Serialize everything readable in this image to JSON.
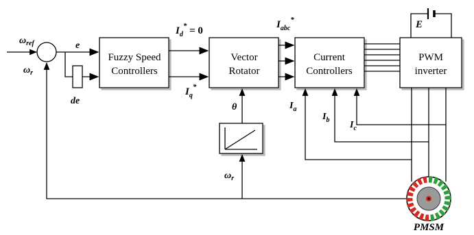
{
  "blocks": {
    "fuzzy": {
      "line1": "Fuzzy Speed",
      "line2": "Controllers"
    },
    "vector": {
      "line1": "Vector",
      "line2": "Rotator"
    },
    "current": {
      "line1": "Current",
      "line2": "Controllers"
    },
    "pwm": {
      "line1": "PWM",
      "line2": "inverter"
    }
  },
  "signals": {
    "omega_ref": {
      "base": "ω",
      "sub": "ref"
    },
    "omega_r_sum": {
      "base": "ω",
      "sub": "r"
    },
    "omega_r_feedback": {
      "base": "ω",
      "sub": "r"
    },
    "error": "e",
    "derivative": "de",
    "id_ref": {
      "base": "I",
      "sub": "d",
      "sup": "*",
      "tail": " = 0"
    },
    "iq_ref": {
      "base": "I",
      "sub": "q",
      "sup": "*"
    },
    "iabc_ref": {
      "base": "I",
      "sub": "abc",
      "sup": "*"
    },
    "theta": "θ",
    "ia": {
      "base": "I",
      "sub": "a"
    },
    "ib": {
      "base": "I",
      "sub": "b"
    },
    "ic": {
      "base": "I",
      "sub": "c"
    },
    "dc_source": "E"
  },
  "motor": {
    "label": "PMSM"
  },
  "colors": {
    "stator_green": "#2e9e3a",
    "stator_red": "#d8281f",
    "rotor_gray": "#9a9a9a",
    "shadow": "#bbbbbb"
  }
}
